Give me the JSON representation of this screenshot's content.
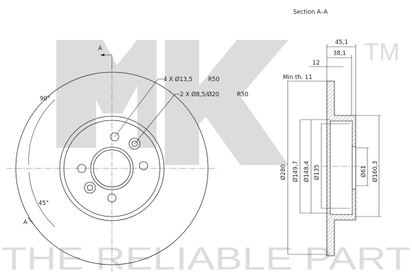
{
  "watermark": {
    "logo": "NK",
    "trademark": "TM",
    "tagline": "THE RELIABLE PART"
  },
  "front_view": {
    "section_marker": "A",
    "angle_top": "90°",
    "angle_bottom": "45°",
    "bolt_holes_note": "4 X Ø13,5",
    "bolt_holes_radius": "R50",
    "pin_holes_note": "2 X Ø8,5/Ø20",
    "pin_holes_radius": "R50"
  },
  "section_view": {
    "title": "Section A–A",
    "dims": {
      "total_height": "45,1",
      "hat_height": "38,1",
      "thickness": "12",
      "min_thickness": "Min th. 11",
      "outer_diameter": "Ø280",
      "d1": "Ø149,7",
      "d2": "Ø148,4",
      "d3": "Ø135",
      "center_bore": "Ø61",
      "hat_diameter": "Ø160,3"
    }
  }
}
